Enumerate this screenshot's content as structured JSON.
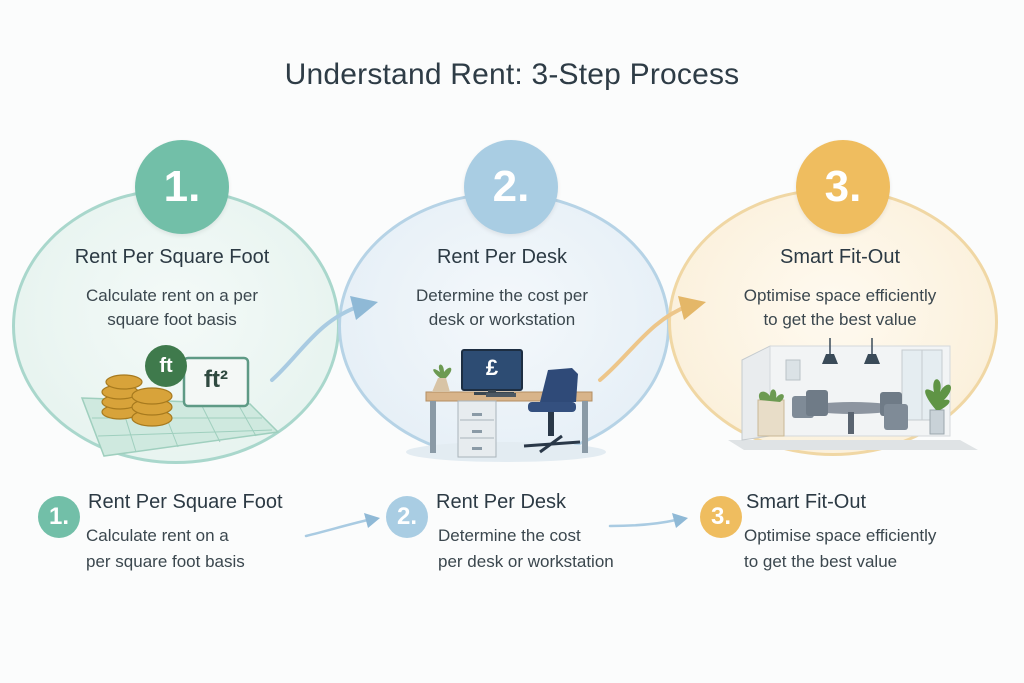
{
  "title": "Understand Rent: 3-Step Process",
  "steps": [
    {
      "number": "1.",
      "title": "Rent Per Square Foot",
      "description_lines": [
        "Calculate rent on a per",
        "square foot basis"
      ],
      "color": "#72bfa8"
    },
    {
      "number": "2.",
      "title": "Rent Per Desk",
      "description_lines": [
        "Determine the cost per",
        "desk or workstation"
      ],
      "color": "#a9cde3"
    },
    {
      "number": "3.",
      "title": "Smart Fit-Out",
      "description_lines": [
        "Optimise space efficiently",
        "to get the best value"
      ],
      "color": "#efbd5f"
    }
  ],
  "illustrations": {
    "step1": {
      "badge_text": "ft",
      "sign_text": "ft²",
      "icon": "coins-and-floor-plan-icon"
    },
    "step2": {
      "monitor_text": "£",
      "icon": "desk-workstation-icon"
    },
    "step3": {
      "icon": "meeting-room-icon"
    }
  },
  "summary": [
    {
      "number": "1.",
      "title": "Rent Per Square Foot",
      "description_lines": [
        "Calculate rent on a",
        "per square foot basis"
      ],
      "color": "#72bfa8"
    },
    {
      "number": "2.",
      "title": "Rent Per Desk",
      "description_lines": [
        "Determine the cost",
        "per desk or workstation"
      ],
      "color": "#a9cde3"
    },
    {
      "number": "3.",
      "title": "Smart Fit-Out",
      "description_lines": [
        "Optimise space efficiently",
        "to get the best value"
      ],
      "color": "#efbd5f"
    }
  ]
}
